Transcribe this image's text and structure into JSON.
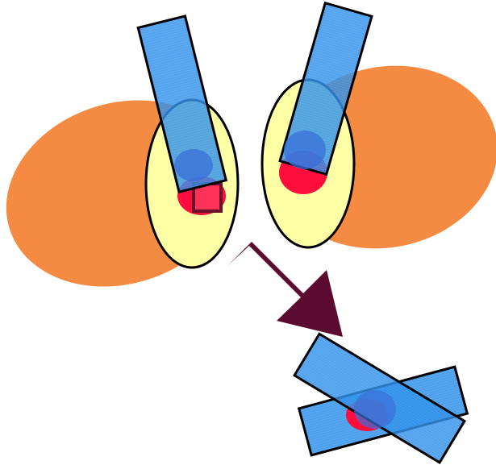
{
  "colors": {
    "background": "#ffffff",
    "blob": "#f58a43",
    "cell": "#ffffa6",
    "cell_outline": "#000000",
    "rod": "#2f8fe8",
    "rod_stripes": "#3d9af0",
    "tip": "#ff0d3c",
    "marker": "#6a1028",
    "arrow": "#5b0a30"
  },
  "shapes": {
    "left_blob": {
      "name": "orange-blob-left"
    },
    "right_blob": {
      "name": "orange-blob-right"
    },
    "left_cell": {
      "name": "yellow-cell-left"
    },
    "right_cell": {
      "name": "yellow-cell-right"
    },
    "left_rod": {
      "name": "blue-rod-left"
    },
    "right_rod": {
      "name": "blue-rod-right"
    },
    "arrow": {
      "name": "transition-arrow"
    },
    "crossed_rods": {
      "name": "crossed-blue-rods"
    }
  }
}
